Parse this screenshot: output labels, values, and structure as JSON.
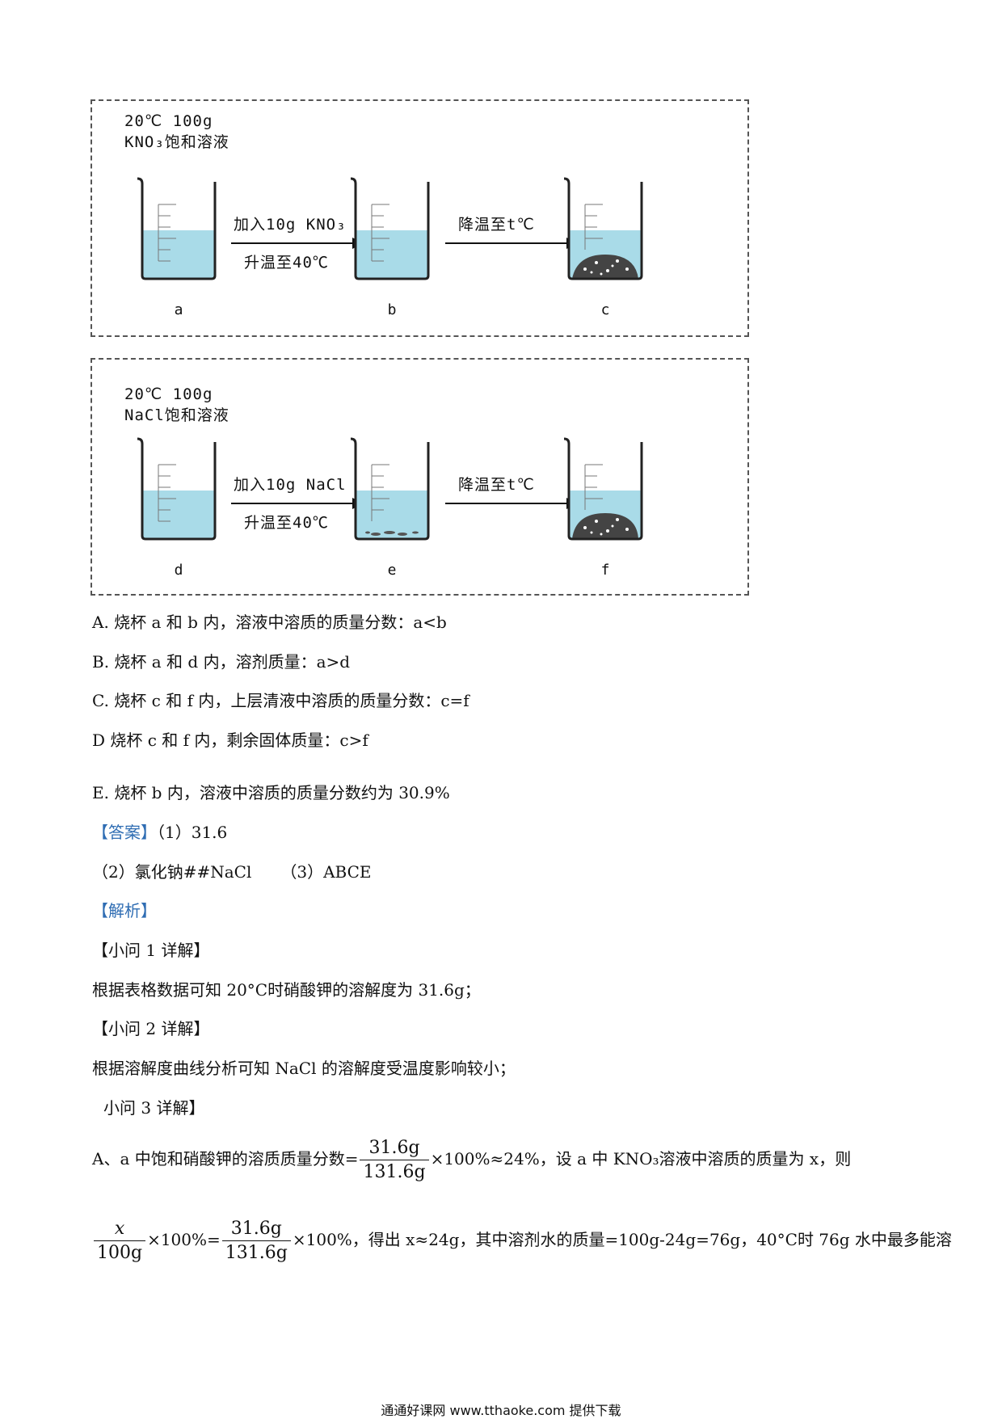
{
  "panel1": {
    "title_line1": "20℃ 100g",
    "title_line2": "KNO₃饱和溶液",
    "arrow1_top": "加入10g KNO₃",
    "arrow1_bottom": "升温至40℃",
    "arrow2_top": "降温至t℃",
    "labels": [
      "a",
      "b",
      "c"
    ]
  },
  "panel2": {
    "title_line1": "20℃ 100g",
    "title_line2": "NaCl饱和溶液",
    "arrow1_top": "加入10g NaCl",
    "arrow1_bottom": "升温至40℃",
    "arrow2_top": "降温至t℃",
    "labels": [
      "d",
      "e",
      "f"
    ]
  },
  "options": [
    "A. 烧杯 a 和 b 内，溶液中溶质的质量分数：a<b",
    "B. 烧杯 a 和 d 内，溶剂质量：a>d",
    "C. 烧杯 c 和 f 内，上层清液中溶质的质量分数：c=f",
    "D  烧杯 c 和 f 内，剩余固体质量：c>f",
    "E. 烧杯 b 内，溶液中溶质的质量分数约为 30.9%"
  ],
  "answer": {
    "tag": "【答案】",
    "part1": "（1）31.6",
    "part2": "（2）氯化钠##NaCl",
    "part3": "（3）ABCE"
  },
  "analysis": {
    "tag": "【解析】",
    "q1_head": "【小问 1 详解】",
    "q1_text": "根据表格数据可知 20°C时硝酸钾的溶解度为 31.6g；",
    "q2_head": "【小问 2 详解】",
    "q2_text": "根据溶解度曲线分析可知 NaCl 的溶解度受温度影响较小；",
    "q3_head": "小问 3 详解】",
    "eq1_prefix": "A、a 中饱和硝酸钾的溶质质量分数=",
    "eq1_num": "31.6g",
    "eq1_den": "131.6g",
    "eq1_suffix": "×100%≈24%，设 a 中 KNO₃溶液中溶质的质量为 x，则",
    "eq2_num1": "x",
    "eq2_den1": "100g",
    "eq2_mid": "×100%=",
    "eq2_num2": "31.6g",
    "eq2_den2": "131.6g",
    "eq2_suffix": "×100%，得出 x≈24g，其中溶剂水的质量=100g-24g=76g，40°C时 76g 水中最多能溶"
  },
  "footer": "通通好课网  www.tthaoke.com  提供下载"
}
